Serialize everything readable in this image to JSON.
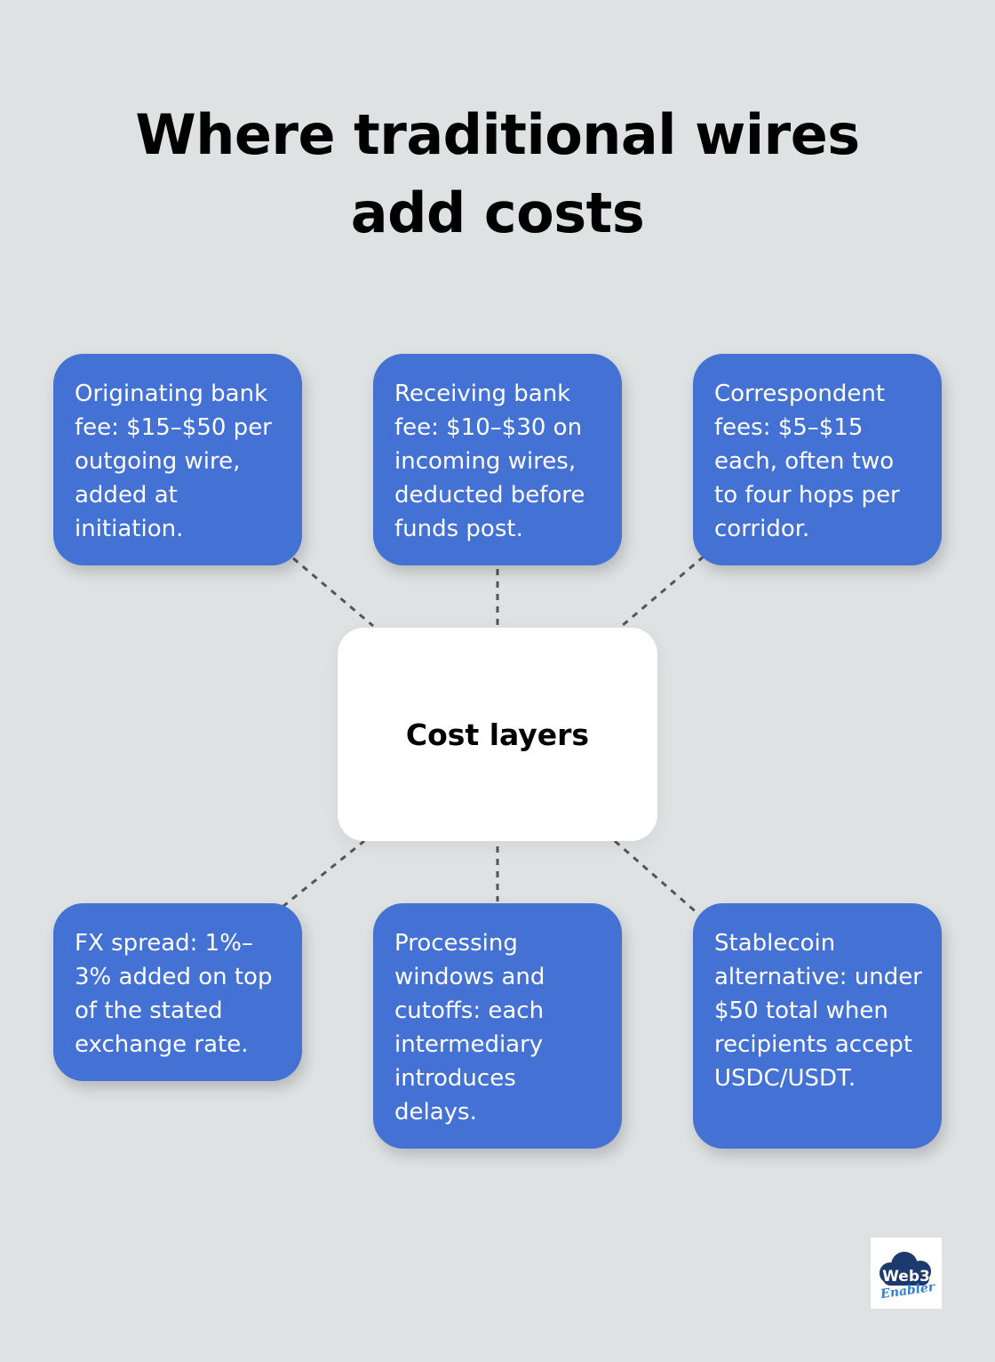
{
  "title": "Where traditional wires add costs",
  "center_label": "Cost layers",
  "nodes": [
    {
      "text": "Originating bank fee: $15–$50 per outgoing wire, added at initiation."
    },
    {
      "text": "Receiving bank fee: $10–$30 on incoming wires, deducted before funds post."
    },
    {
      "text": "Correspondent fees: $5–$15 each, often two to four hops per corridor."
    },
    {
      "text": "FX spread: 1%–3% added on top of the stated exchange rate."
    },
    {
      "text": "Processing windows and cutoffs: each intermediary introduces delays."
    },
    {
      "text": "Stablecoin alternative: under $50 total when recipients accept USDC/USDT."
    }
  ],
  "logo": {
    "line1": "Web3",
    "line2": "Enabler"
  },
  "colors": {
    "background": "#dfe2e3",
    "card": "#4371d4",
    "center": "#ffffff",
    "connector": "#555555",
    "logo_dark": "#1d3a6e",
    "logo_accent": "#2f7fd6"
  }
}
